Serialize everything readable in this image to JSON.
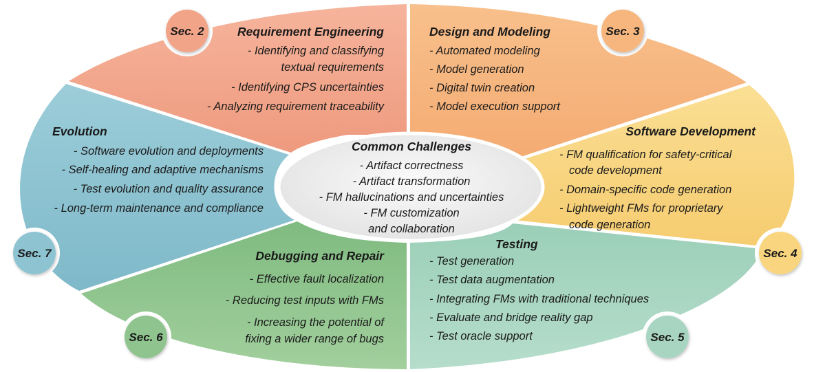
{
  "center": {
    "title": "Common Challenges",
    "items": [
      "- Artifact correctness",
      "- Artifact transformation",
      "- FM hallucinations and uncertainties",
      "- FM customization",
      "and collaboration"
    ]
  },
  "segments": {
    "requirement": {
      "section": "Sec. 2",
      "title": "Requirement Engineering",
      "items": [
        "- Identifying and classifying",
        "textual requirements",
        "- Identifying CPS uncertainties",
        "- Analyzing requirement traceability"
      ]
    },
    "design": {
      "section": "Sec. 3",
      "title": "Design and Modeling",
      "items": [
        "- Automated modeling",
        "- Model generation",
        "- Digital twin creation",
        "- Model execution support"
      ]
    },
    "software": {
      "section": "Sec. 4",
      "title": "Software Development",
      "items": [
        "- FM qualification for safety-critical",
        "code development",
        "- Domain-specific code generation",
        "- Lightweight FMs for proprietary",
        "code generation"
      ]
    },
    "testing": {
      "section": "Sec. 5",
      "title": "Testing",
      "items": [
        "- Test generation",
        "- Test data augmentation",
        "- Integrating FMs with traditional techniques",
        "- Evaluate and bridge reality gap",
        "- Test oracle support"
      ]
    },
    "debugging": {
      "section": "Sec. 6",
      "title": "Debugging and Repair",
      "items": [
        "- Effective fault localization",
        "- Reducing test inputs with FMs",
        "- Increasing the potential of",
        "fixing a wider range of bugs"
      ]
    },
    "evolution": {
      "section": "Sec. 7",
      "title": "Evolution",
      "items": [
        "- Software evolution and deployments",
        "- Self-healing and adaptive mechanisms",
        "- Test evolution and quality assurance",
        "- Long-term maintenance and compliance"
      ]
    }
  },
  "colors": {
    "requirement": "#f2a488",
    "design": "#f6b67e",
    "software": "#f8d57e",
    "testing": "#a8d5c2",
    "debugging": "#8fc48e",
    "evolution": "#8ec4d2",
    "center": "#eeeeee"
  }
}
